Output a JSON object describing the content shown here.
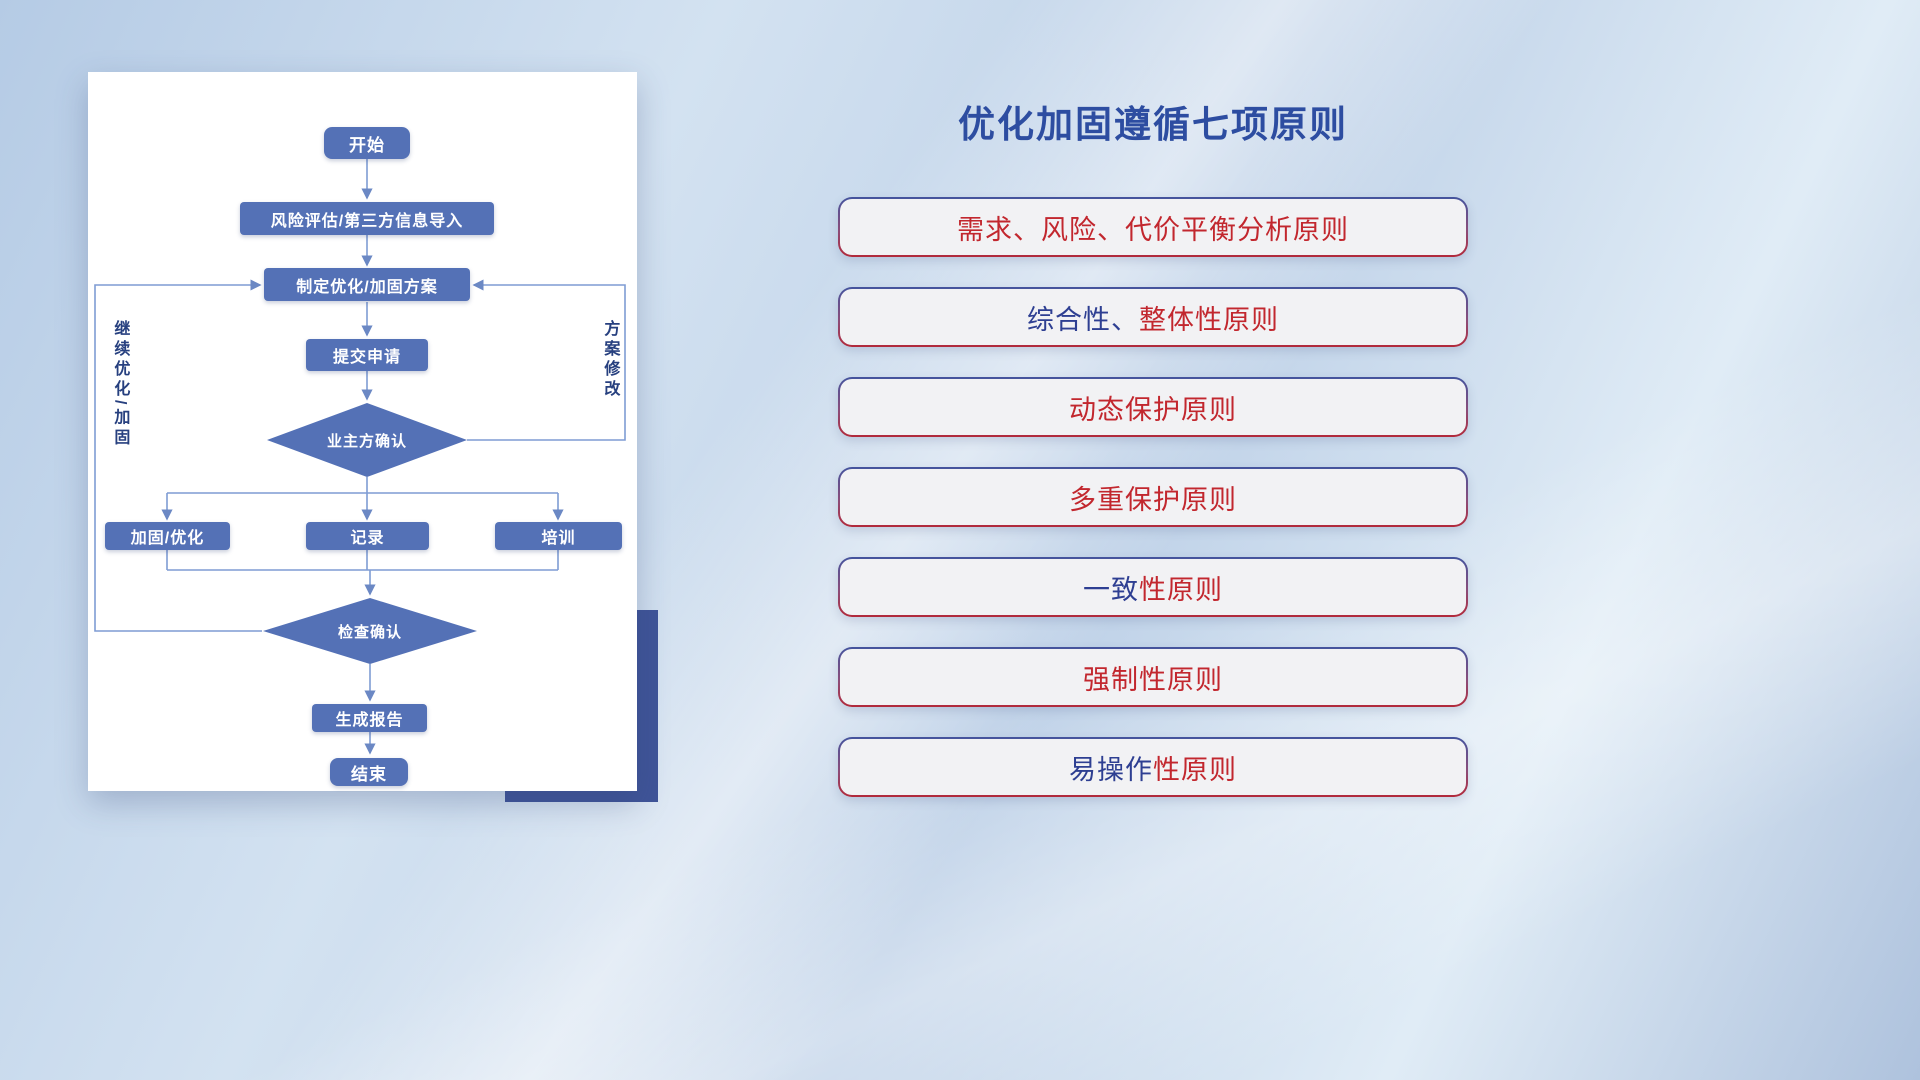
{
  "title": "优化加固遵循七项原则",
  "colors": {
    "red": "#c2272e",
    "blue": "#2e3f92",
    "accent_blue": "#2d4da1",
    "node_fill": "#5471b6",
    "connector": "#7f9cd4"
  },
  "flowchart": {
    "nodes": {
      "start": "开始",
      "risk": "风险评估/第三方信息导入",
      "plan": "制定优化/加固方案",
      "submit": "提交申请",
      "confirm": "业主方确认",
      "harden": "加固/优化",
      "record": "记录",
      "training": "培训",
      "check": "检查确认",
      "report": "生成报告",
      "end": "结束"
    },
    "edge_labels": {
      "left_loop": "继续优化/加固",
      "right_loop": "方案修改"
    }
  },
  "principles": [
    {
      "segments": [
        {
          "text": "需求、风险、代价平衡分析原则",
          "color": "red"
        }
      ]
    },
    {
      "segments": [
        {
          "text": "综合性、",
          "color": "blue"
        },
        {
          "text": "整体性原则",
          "color": "red"
        }
      ]
    },
    {
      "segments": [
        {
          "text": "动态保护原则",
          "color": "red"
        }
      ]
    },
    {
      "segments": [
        {
          "text": "多重保护原则",
          "color": "red"
        }
      ]
    },
    {
      "segments": [
        {
          "text": "一致",
          "color": "blue"
        },
        {
          "text": "性原则",
          "color": "red"
        }
      ]
    },
    {
      "segments": [
        {
          "text": "强制性原则",
          "color": "red"
        }
      ]
    },
    {
      "segments": [
        {
          "text": "易操作",
          "color": "blue"
        },
        {
          "text": "性原则",
          "color": "red"
        }
      ]
    }
  ]
}
